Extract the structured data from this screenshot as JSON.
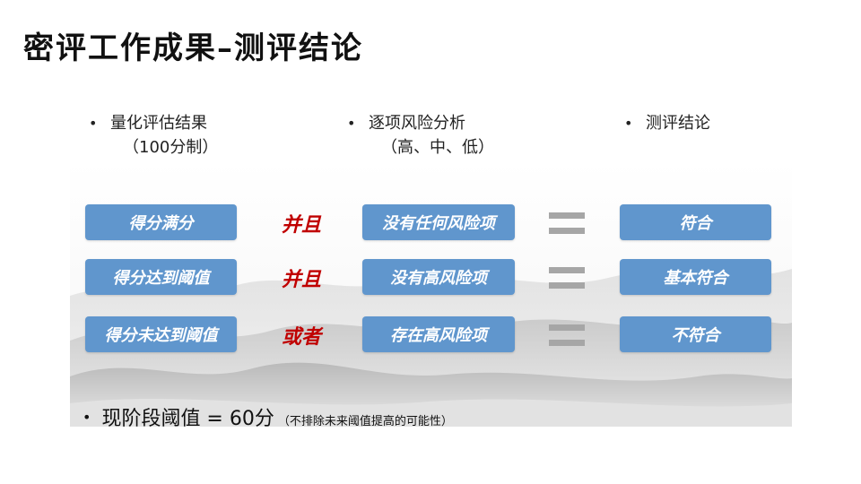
{
  "title": "密评工作成果–测评结论",
  "columns": [
    {
      "line1": "量化评估结果",
      "line2": "（100分制）"
    },
    {
      "line1": "逐项风险分析",
      "line2": "（高、中、低）"
    },
    {
      "line1": "测评结论"
    }
  ],
  "rows": [
    {
      "score": "得分满分",
      "operator": "并且",
      "risk": "没有任何风险项",
      "result": "符合"
    },
    {
      "score": "得分达到阈值",
      "operator": "并且",
      "risk": "没有高风险项",
      "result": "基本符合"
    },
    {
      "score": "得分未达到阈值",
      "operator": "或者",
      "risk": "存在高风险项",
      "result": "不符合"
    }
  ],
  "bullet_char": "•",
  "threshold": {
    "main": "现阶段阈值 = 60分",
    "note": "（不排除未来阈值提高的可能性）"
  },
  "colors": {
    "box": "#6096cd",
    "operator": "#c00000",
    "equals": "#a6a6a6"
  }
}
